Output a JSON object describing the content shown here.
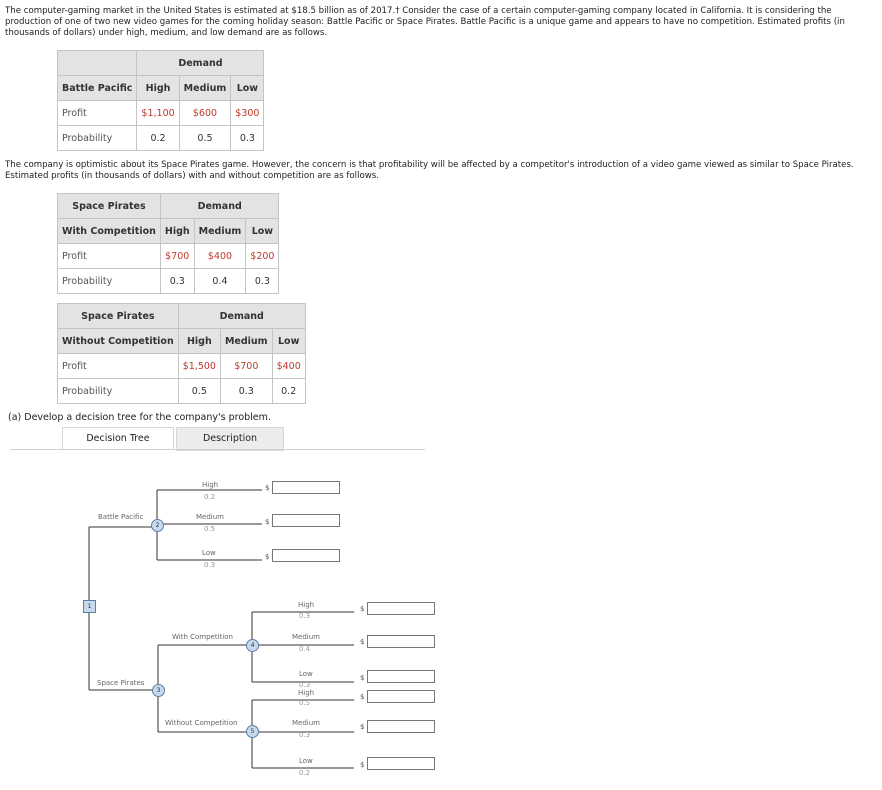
{
  "intro_text": "The computer-gaming market in the United States is estimated at $18.5 billion as of 2017.† Consider the case of a certain computer-gaming company located in California. It is considering the production of one of two new video games for the coming holiday season: Battle Pacific or Space Pirates. Battle Pacific is a unique game and appears to have no competition. Estimated profits (in thousands of dollars) under high, medium, and low demand are as follows.",
  "middle_text": "The company is optimistic about its Space Pirates game. However, the concern is that profitability will be affected by a competitor's introduction of a video game viewed as similar to Space Pirates. Estimated profits (in thousands of dollars) with and without competition are as follows.",
  "tables": {
    "battle": {
      "demand": "Demand",
      "title": "Battle Pacific",
      "cols": [
        "High",
        "Medium",
        "Low"
      ],
      "profit_label": "Profit",
      "profits": [
        "$1,100",
        "$600",
        "$300"
      ],
      "prob_label": "Probability",
      "probs": [
        "0.2",
        "0.5",
        "0.3"
      ]
    },
    "with_comp": {
      "title": "Space Pirates",
      "demand": "Demand",
      "sub": "With Competition",
      "cols": [
        "High",
        "Medium",
        "Low"
      ],
      "profit_label": "Profit",
      "profits": [
        "$700",
        "$400",
        "$200"
      ],
      "prob_label": "Probability",
      "probs": [
        "0.3",
        "0.4",
        "0.3"
      ]
    },
    "without_comp": {
      "title": "Space Pirates",
      "demand": "Demand",
      "sub": "Without Competition",
      "cols": [
        "High",
        "Medium",
        "Low"
      ],
      "profit_label": "Profit",
      "profits": [
        "$1,500",
        "$700",
        "$400"
      ],
      "prob_label": "Probability",
      "probs": [
        "0.5",
        "0.3",
        "0.2"
      ]
    }
  },
  "question": "(a)   Develop a decision tree for the company's problem.",
  "tabs": [
    "Decision Tree",
    "Description"
  ],
  "tree": {
    "node1": "1",
    "node2": "2",
    "node3": "3",
    "node4": "4",
    "node5": "5",
    "battle_label": "Battle Pacific",
    "space_label": "Space Pirates",
    "with_label": "With Competition",
    "without_label": "Without Competition",
    "dollar": "$",
    "bp": [
      {
        "name": "High",
        "p": "0.2"
      },
      {
        "name": "Medium",
        "p": "0.5"
      },
      {
        "name": "Low",
        "p": "0.3"
      }
    ],
    "wc": [
      {
        "name": "High",
        "p": "0.3"
      },
      {
        "name": "Medium",
        "p": "0.4"
      },
      {
        "name": "Low",
        "p": "0.3"
      }
    ],
    "wo": [
      {
        "name": "High",
        "p": "0.5"
      },
      {
        "name": "Medium",
        "p": "0.3"
      },
      {
        "name": "Low",
        "p": "0.2"
      }
    ]
  }
}
